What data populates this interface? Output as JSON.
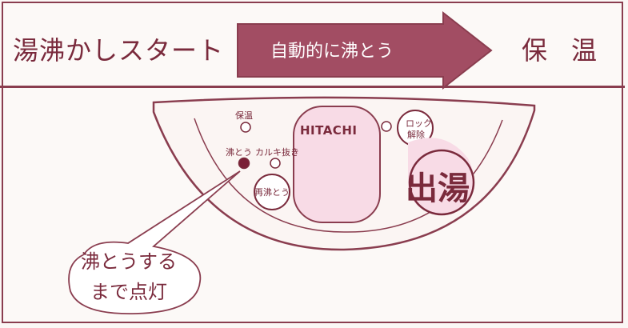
{
  "header": {
    "start_label": "湯沸かしスタート",
    "arrow_label": "自動的に沸とう",
    "keep_warm_label": "保温"
  },
  "panel": {
    "brand": "HITACHI",
    "keep_warm_indicator": "保温",
    "boil_indicator": "沸とう",
    "chlorine_indicator": "カルキ抜き",
    "reboil_button": "再沸とう",
    "unlock_button_line1": "ロック",
    "unlock_button_line2": "解除",
    "dispense_button": "出湯"
  },
  "callout": {
    "line1": "沸とうする",
    "line2": "まで点灯"
  },
  "colors": {
    "accent": "#8a3d4f",
    "arrow_fill": "#a24d63",
    "lamp_on": "#7a1f36",
    "panel_face": "#f8dbe6"
  }
}
